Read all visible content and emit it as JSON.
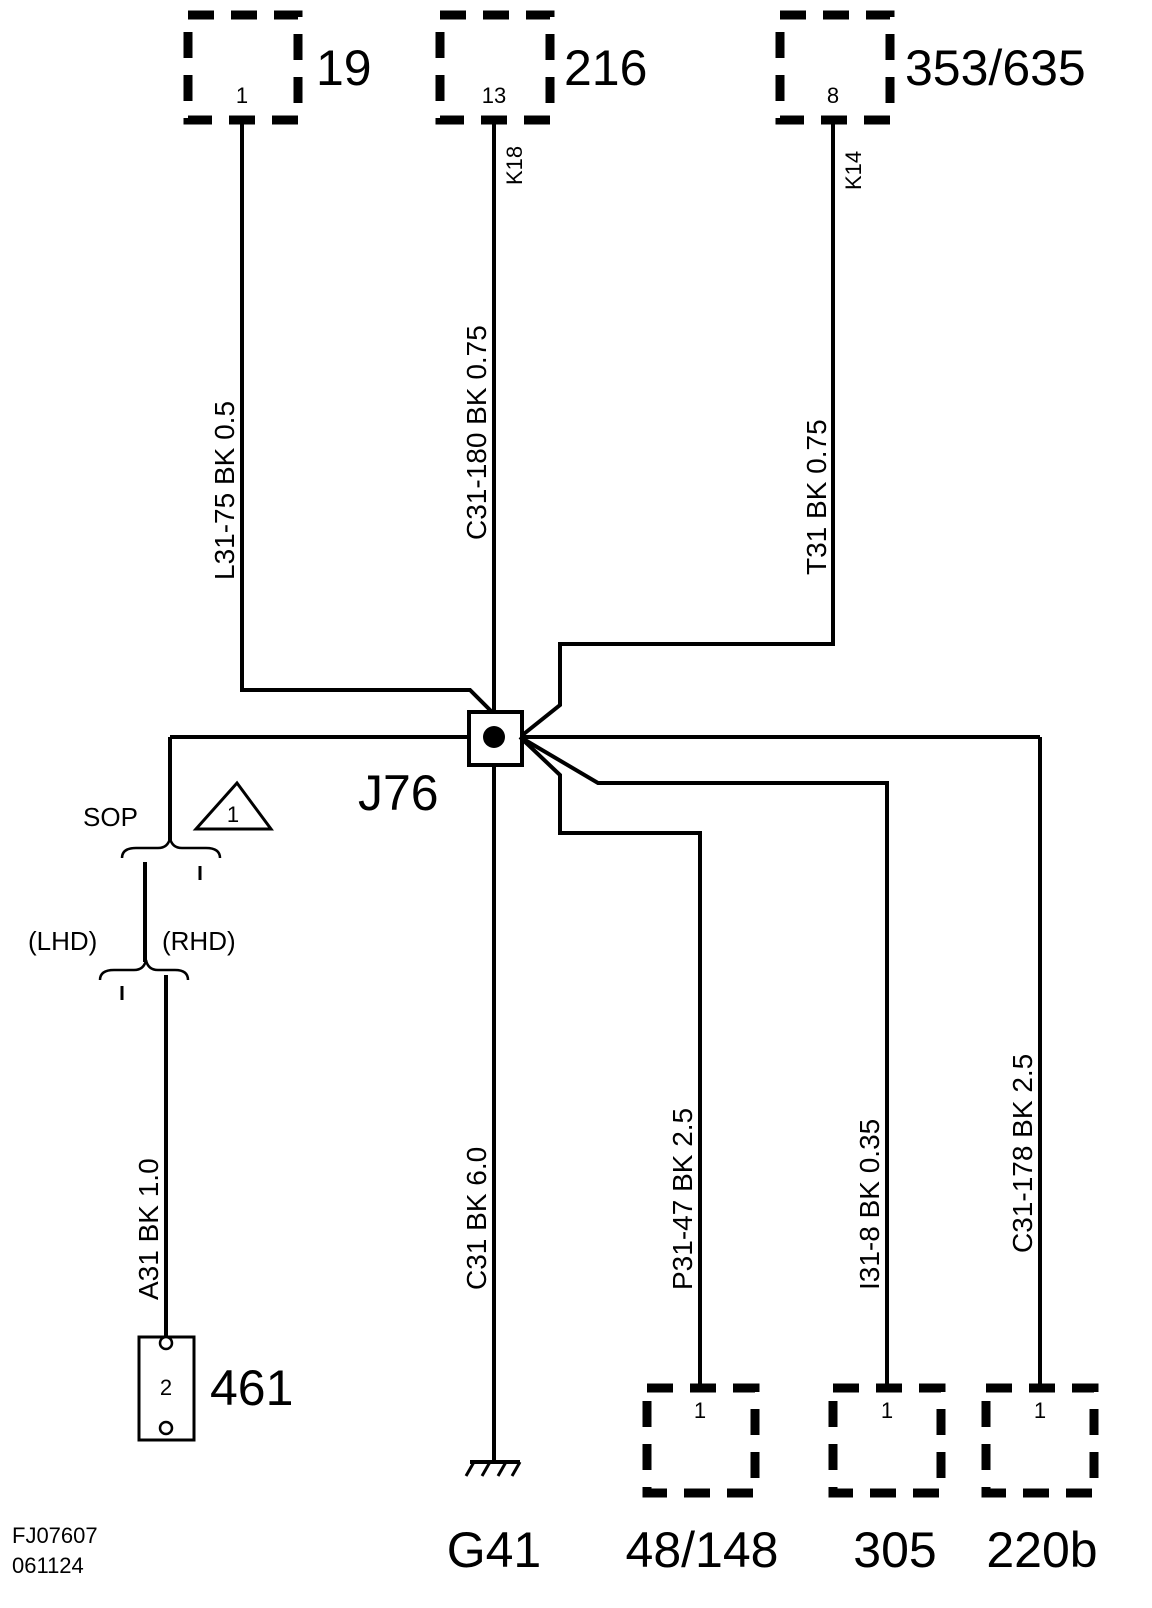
{
  "connectors": {
    "top_left": {
      "id": "19",
      "pin": "1"
    },
    "top_mid": {
      "id": "216",
      "pin": "13",
      "cavity": "K18"
    },
    "top_right": {
      "id": "353/635",
      "pin": "8",
      "cavity": "K14"
    },
    "bot_48": {
      "id": "48/148",
      "pin": "1"
    },
    "bot_305": {
      "id": "305",
      "pin": "1"
    },
    "bot_220b": {
      "id": "220b",
      "pin": "1"
    },
    "c461": {
      "id": "461",
      "pin": "2"
    }
  },
  "splice": {
    "id": "J76"
  },
  "ground": {
    "id": "G41"
  },
  "wires": {
    "l31": "L31-75   BK  0.5",
    "c31_180": "C31-180  BK  0.75",
    "t31": "T31  BK  0.75",
    "c31": "C31  BK  6.0",
    "p31": "P31-47    BK  2.5",
    "i31": "I31-8     BK  0.35",
    "c31_178": "C31-178  BK  2.5",
    "a31": "A31  BK  1.0"
  },
  "notes": {
    "sop": "SOP",
    "triangle": "1",
    "lhd": "(LHD)",
    "rhd": "(RHD)"
  },
  "footer": {
    "code": "FJ07607",
    "date": "061124"
  }
}
